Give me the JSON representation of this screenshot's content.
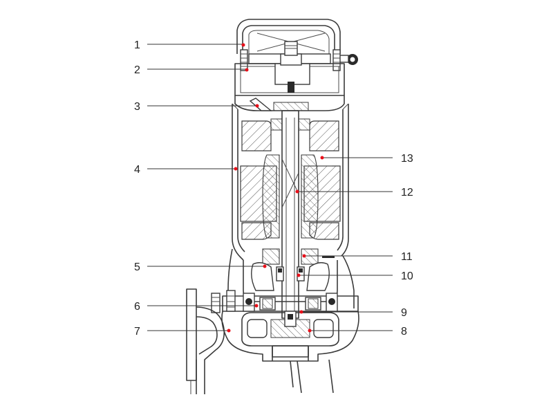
{
  "diagram": {
    "callouts": [
      {
        "id": "c1",
        "text": "1"
      },
      {
        "id": "c2",
        "text": "2"
      },
      {
        "id": "c3",
        "text": "3"
      },
      {
        "id": "c4",
        "text": "4"
      },
      {
        "id": "c5",
        "text": "5"
      },
      {
        "id": "c6",
        "text": "6"
      },
      {
        "id": "c7",
        "text": "7"
      },
      {
        "id": "c8",
        "text": "8"
      },
      {
        "id": "c9",
        "text": "9"
      },
      {
        "id": "c10",
        "text": "10"
      },
      {
        "id": "c11",
        "text": "11"
      },
      {
        "id": "c12",
        "text": "12"
      },
      {
        "id": "c13",
        "text": "13"
      }
    ],
    "colors": {
      "outline": "#3a3a3a",
      "hatch": "#555555",
      "marker": "#e8101a",
      "text": "#222222"
    }
  }
}
